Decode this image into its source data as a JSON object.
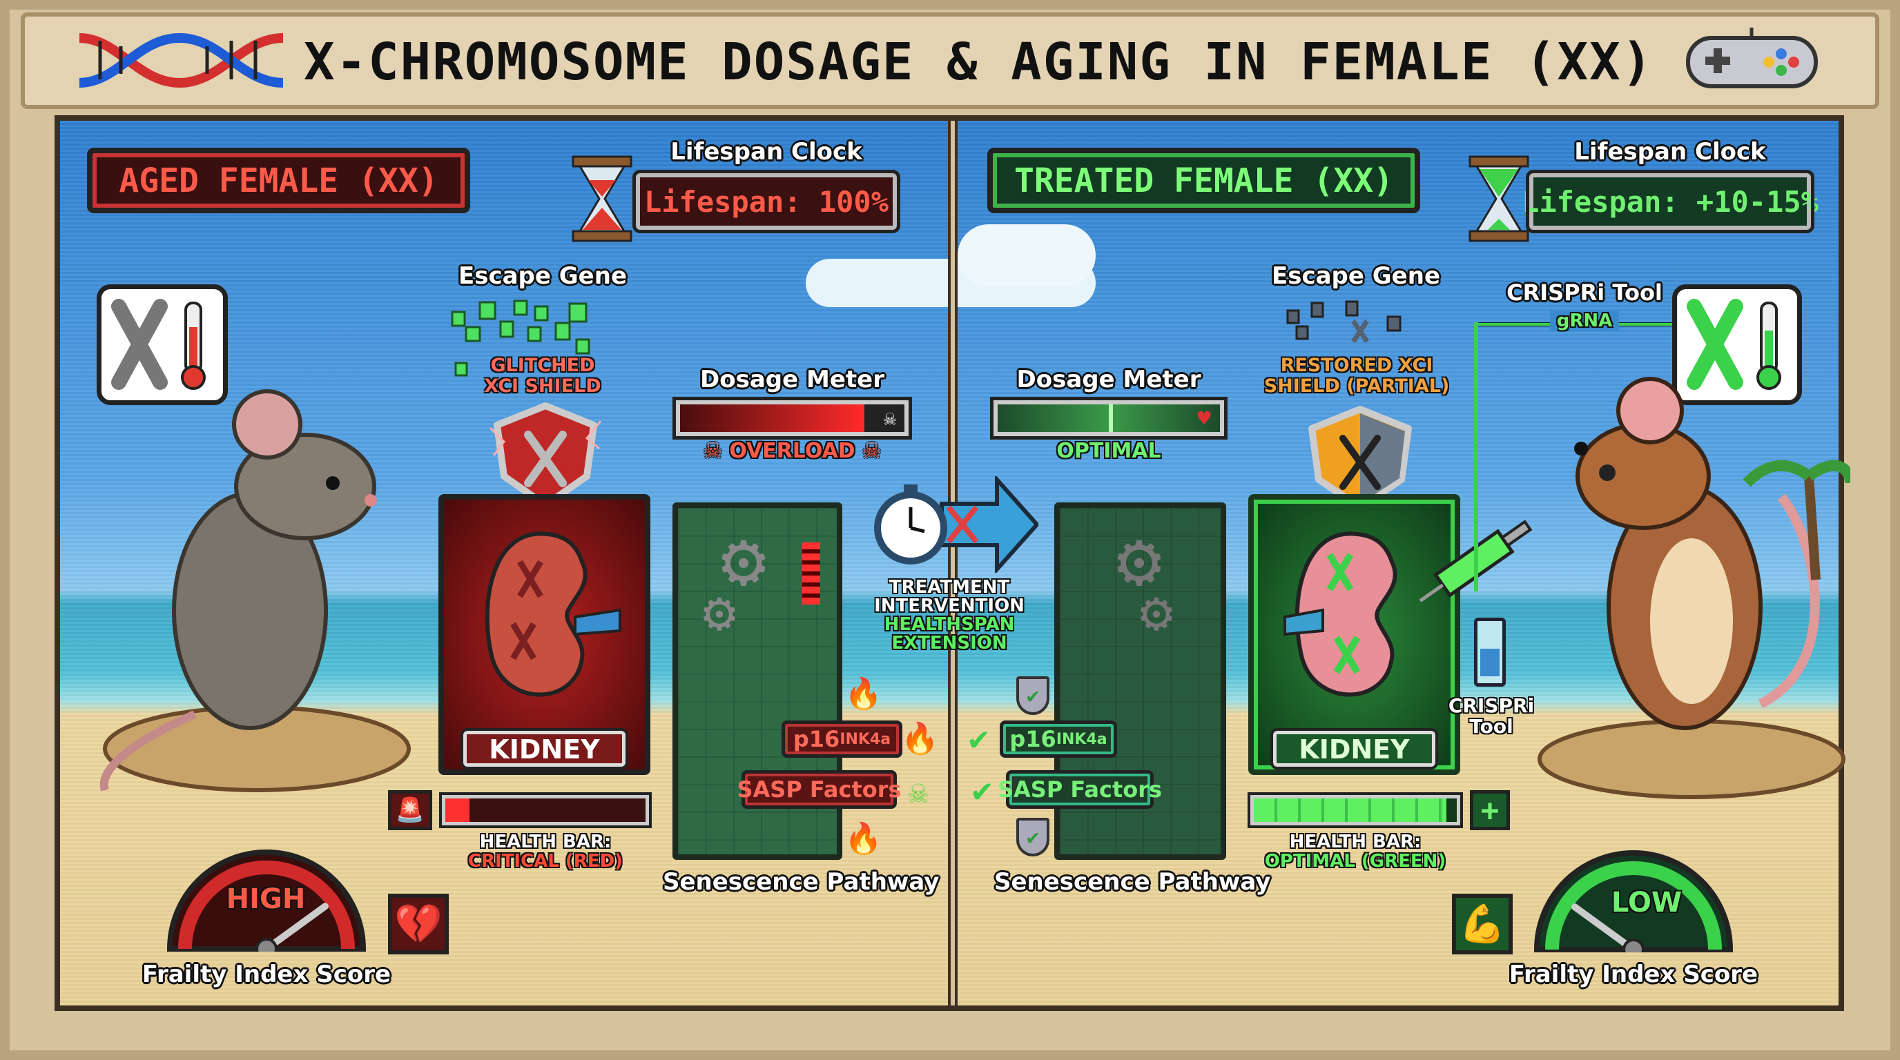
{
  "title": "X-CHROMOSOME DOSAGE & AGING IN FEMALE (XX)",
  "icons": {
    "logo": "dna-helix-icon",
    "controller": "gamepad-icon"
  },
  "colors": {
    "aged_accent": "#e03a30",
    "treated_accent": "#3fd14a",
    "sky": "#4a9be0",
    "sand": "#e8d198"
  },
  "left": {
    "badge": "AGED FEMALE (XX)",
    "lifespan_clock": {
      "label": "Lifespan Clock",
      "value": "Lifespan: 100%"
    },
    "escape_gene": {
      "label": "Escape Gene",
      "shield_status_line1": "GLITCHED",
      "shield_status_line2": "XCI SHIELD"
    },
    "dosage_meter": {
      "label": "Dosage Meter",
      "status": "OVERLOAD",
      "level": 0.82
    },
    "kidney": {
      "label": "KIDNEY"
    },
    "pathway": {
      "p16": "p16",
      "p16_sup": "INK4a",
      "sasp": "SASP Factors",
      "label": "Senescence Pathway"
    },
    "health_bar": {
      "label": "HEALTH BAR:",
      "status": "CRITICAL (RED)",
      "level": 0.12
    },
    "frailty": {
      "value": "HIGH",
      "label": "Frailty Index Score",
      "level": 0.8
    }
  },
  "center": {
    "line1": "TREATMENT",
    "line2": "INTERVENTION",
    "line3": "HEALTHSPAN",
    "line4": "EXTENSION"
  },
  "right": {
    "badge": "TREATED FEMALE (XX)",
    "lifespan_clock": {
      "label": "Lifespan Clock",
      "value": "Lifespan: +10-15%"
    },
    "escape_gene": {
      "label": "Escape Gene",
      "shield_status_line1": "RESTORED XCI",
      "shield_status_line2": "SHIELD (PARTIAL)"
    },
    "dosage_meter": {
      "label": "Dosage Meter",
      "status": "OPTIMAL",
      "level": 0.5
    },
    "kidney": {
      "label": "KIDNEY"
    },
    "pathway": {
      "p16": "p16",
      "p16_sup": "INK4a",
      "sasp": "SASP Factors",
      "label": "Senescence Pathway"
    },
    "health_bar": {
      "label": "HEALTH BAR:",
      "status": "OPTIMAL (GREEN)",
      "level": 0.95
    },
    "frailty": {
      "value": "LOW",
      "label": "Frailty Index Score",
      "level": 0.2
    },
    "crispri": {
      "label": "CRISPRi Tool",
      "grna": "gRNA",
      "vial_label_line1": "CRISPRi",
      "vial_label_line2": "Tool"
    }
  }
}
